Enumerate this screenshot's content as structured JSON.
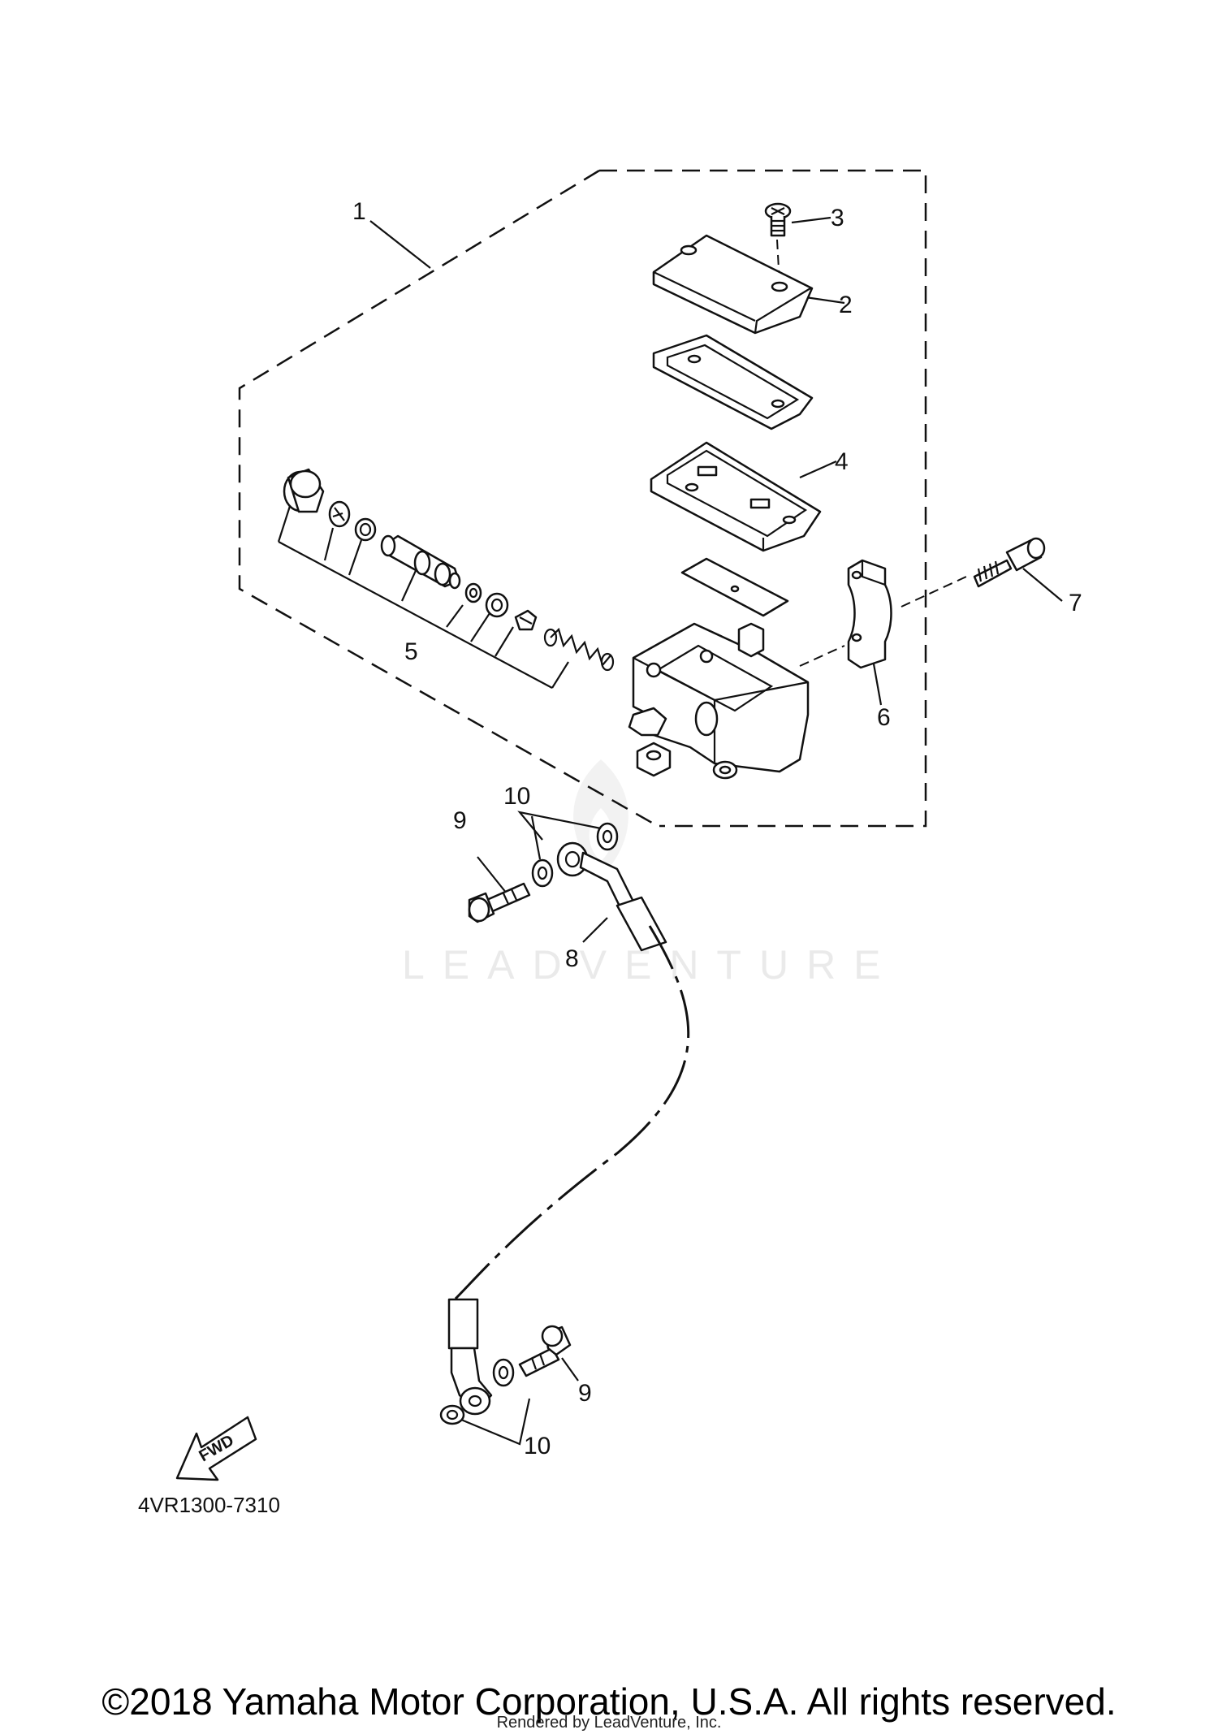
{
  "diagram": {
    "callouts": [
      "1",
      "2",
      "3",
      "4",
      "5",
      "6",
      "7",
      "8",
      "9",
      "10",
      "9",
      "10"
    ],
    "diagram_code": "4VR1300-7310",
    "watermark": "LEADVENTURE",
    "fwd_label": "FWD"
  },
  "footer": {
    "copyright": "©2018 Yamaha Motor Corporation, U.S.A. All rights reserved.",
    "rendered_by": "Rendered by LeadVenture, Inc."
  }
}
